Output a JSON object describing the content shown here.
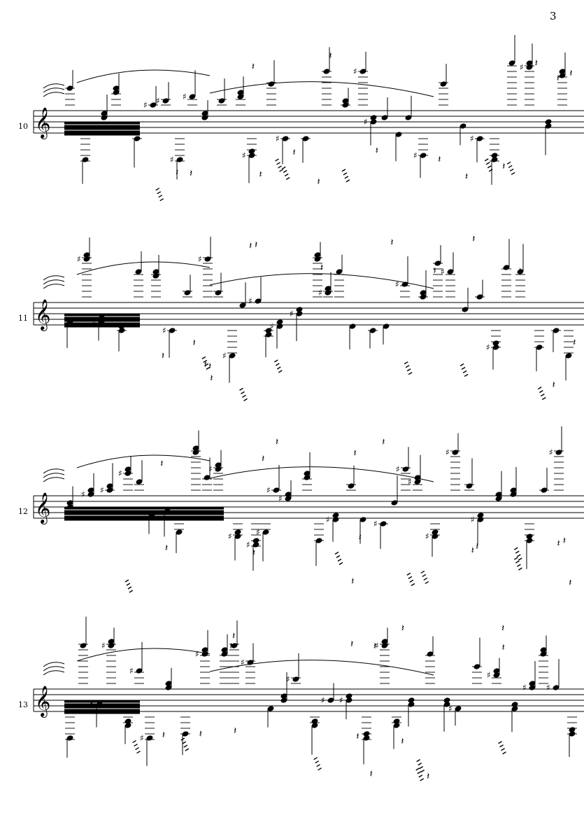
{
  "page": {
    "number": "3"
  },
  "systems": [
    {
      "measure_number": "10"
    },
    {
      "measure_number": "11"
    },
    {
      "measure_number": "12"
    },
    {
      "measure_number": "13"
    }
  ],
  "staff": {
    "clef": "treble-clef",
    "lines": 5
  },
  "colors": {
    "ink": "#000000",
    "paper": "#ffffff"
  }
}
